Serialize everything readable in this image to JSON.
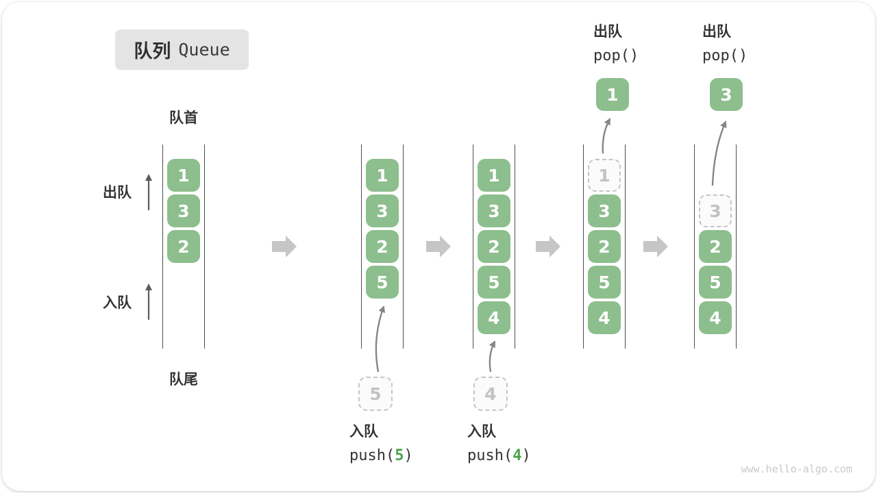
{
  "title": {
    "zh": "队列",
    "en": "Queue"
  },
  "queue_labels": {
    "front": "队首",
    "rear": "队尾"
  },
  "side_labels": {
    "dequeue": "出队",
    "enqueue": "入队"
  },
  "stages": [
    {
      "cells": [
        {
          "value": "1",
          "state": "filled"
        },
        {
          "value": "3",
          "state": "filled"
        },
        {
          "value": "2",
          "state": "filled"
        }
      ]
    },
    {
      "cells": [
        {
          "value": "1",
          "state": "filled"
        },
        {
          "value": "3",
          "state": "filled"
        },
        {
          "value": "2",
          "state": "filled"
        },
        {
          "value": "5",
          "state": "filled"
        }
      ],
      "incoming": {
        "value": "5"
      }
    },
    {
      "cells": [
        {
          "value": "1",
          "state": "filled"
        },
        {
          "value": "3",
          "state": "filled"
        },
        {
          "value": "2",
          "state": "filled"
        },
        {
          "value": "5",
          "state": "filled"
        },
        {
          "value": "4",
          "state": "filled"
        }
      ],
      "incoming": {
        "value": "4"
      }
    },
    {
      "cells": [
        {
          "value": "1",
          "state": "ghost"
        },
        {
          "value": "3",
          "state": "filled"
        },
        {
          "value": "2",
          "state": "filled"
        },
        {
          "value": "5",
          "state": "filled"
        },
        {
          "value": "4",
          "state": "filled"
        }
      ],
      "popped": {
        "value": "1"
      }
    },
    {
      "cells": [
        {
          "value": "3",
          "state": "ghost"
        },
        {
          "value": "2",
          "state": "filled"
        },
        {
          "value": "5",
          "state": "filled"
        },
        {
          "value": "4",
          "state": "filled"
        }
      ],
      "popped": {
        "value": "3"
      }
    }
  ],
  "operations": {
    "push5": {
      "action": "入队",
      "code_prefix": "push(",
      "arg": "5",
      "code_suffix": ")"
    },
    "push4": {
      "action": "入队",
      "code_prefix": "push(",
      "arg": "4",
      "code_suffix": ")"
    },
    "pop1": {
      "action": "出队",
      "code": "pop()"
    },
    "pop2": {
      "action": "出队",
      "code": "pop()"
    }
  },
  "watermark": "www.hello-algo.com",
  "colors": {
    "cell_green": "#8dbe8d",
    "code_green": "#4aa34a",
    "ghost_border": "#c5c5c5",
    "ghost_text": "#c2c2c2",
    "queue_line": "#4d4d4d",
    "flow_arrow": "#c6c6c6",
    "pointer_arrow": "#868686",
    "title_bg": "#e4e4e4",
    "text_dark": "#333333",
    "watermark": "#c9c9c9"
  }
}
